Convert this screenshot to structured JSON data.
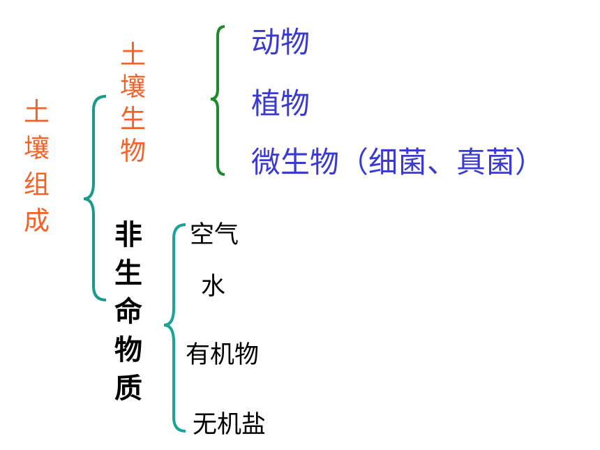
{
  "root": {
    "chars": [
      "土",
      "壤",
      "组",
      "成"
    ]
  },
  "biological": {
    "chars": [
      "土",
      "壤",
      "生",
      "物"
    ],
    "items": [
      "动物",
      "植物",
      "微生物（细菌、真菌）"
    ]
  },
  "nonliving": {
    "chars": [
      "非",
      "生",
      "命",
      "物",
      "质"
    ],
    "items": [
      "空气",
      "水",
      "有机物",
      "无机盐"
    ]
  },
  "colors": {
    "category_label": "#f2632a",
    "organism_items": "#3a3ad0",
    "root_brace": "#1a9a8a",
    "organism_brace": "#1a8a2a",
    "nonliving_brace": "#1aa39a"
  }
}
